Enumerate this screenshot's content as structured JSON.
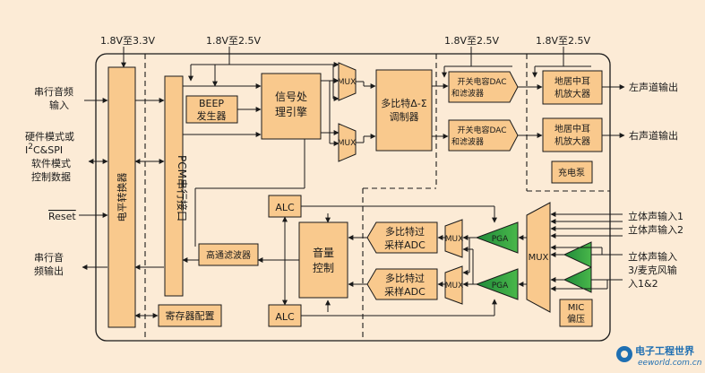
{
  "supply": {
    "s1": "1.8V至3.3V",
    "s2": "1.8V至2.5V",
    "s3": "1.8V至2.5V",
    "s4": "1.8V至2.5V"
  },
  "left": {
    "serial_audio_in_1": "串行音频",
    "serial_audio_in_2": "输入",
    "hw_mode_1": "硬件模式或",
    "hw_mode_2_pre": "I",
    "hw_mode_2_sup": "2",
    "hw_mode_2_post": "C&SPI",
    "hw_mode_3": "软件模式",
    "hw_mode_4": "控制数据",
    "reset": "Reset",
    "serial_audio_out_1": "串行音",
    "serial_audio_out_2": "频输出"
  },
  "blocks": {
    "level_shifter": "电平转换器",
    "pcm": "PCM串行接口",
    "beep_1": "BEEP",
    "beep_2": "发生器",
    "dsp_1": "信号处",
    "dsp_2": "理引擎",
    "mux": "MUX",
    "sigma_1": "多比特Δ-Σ",
    "sigma_2": "调制器",
    "dac_1": "开关电容DAC",
    "dac_2": "和滤波器",
    "hp_1": "地居中耳",
    "hp_2": "机放大器",
    "charge_pump": "充电泵",
    "alc": "ALC",
    "hpf": "高通滤波器",
    "volume_1": "音量",
    "volume_2": "控制",
    "adc_1": "多比特过",
    "adc_2": "采样ADC",
    "pga": "PGA",
    "mic_bias_1": "MIC",
    "mic_bias_2": "偏压",
    "register": "寄存器配置"
  },
  "right": {
    "left_out": "左声道输出",
    "right_out": "右声道输出",
    "stereo_in_1": "立体声输入1",
    "stereo_in_2": "立体声输入2",
    "stereo_in_3_1": "立体声输入",
    "stereo_in_3_2": "3/麦克风输",
    "stereo_in_3_3": "入1&2"
  },
  "watermark": {
    "brand": "电子工程世界",
    "url": "eeworld.com.cn"
  }
}
